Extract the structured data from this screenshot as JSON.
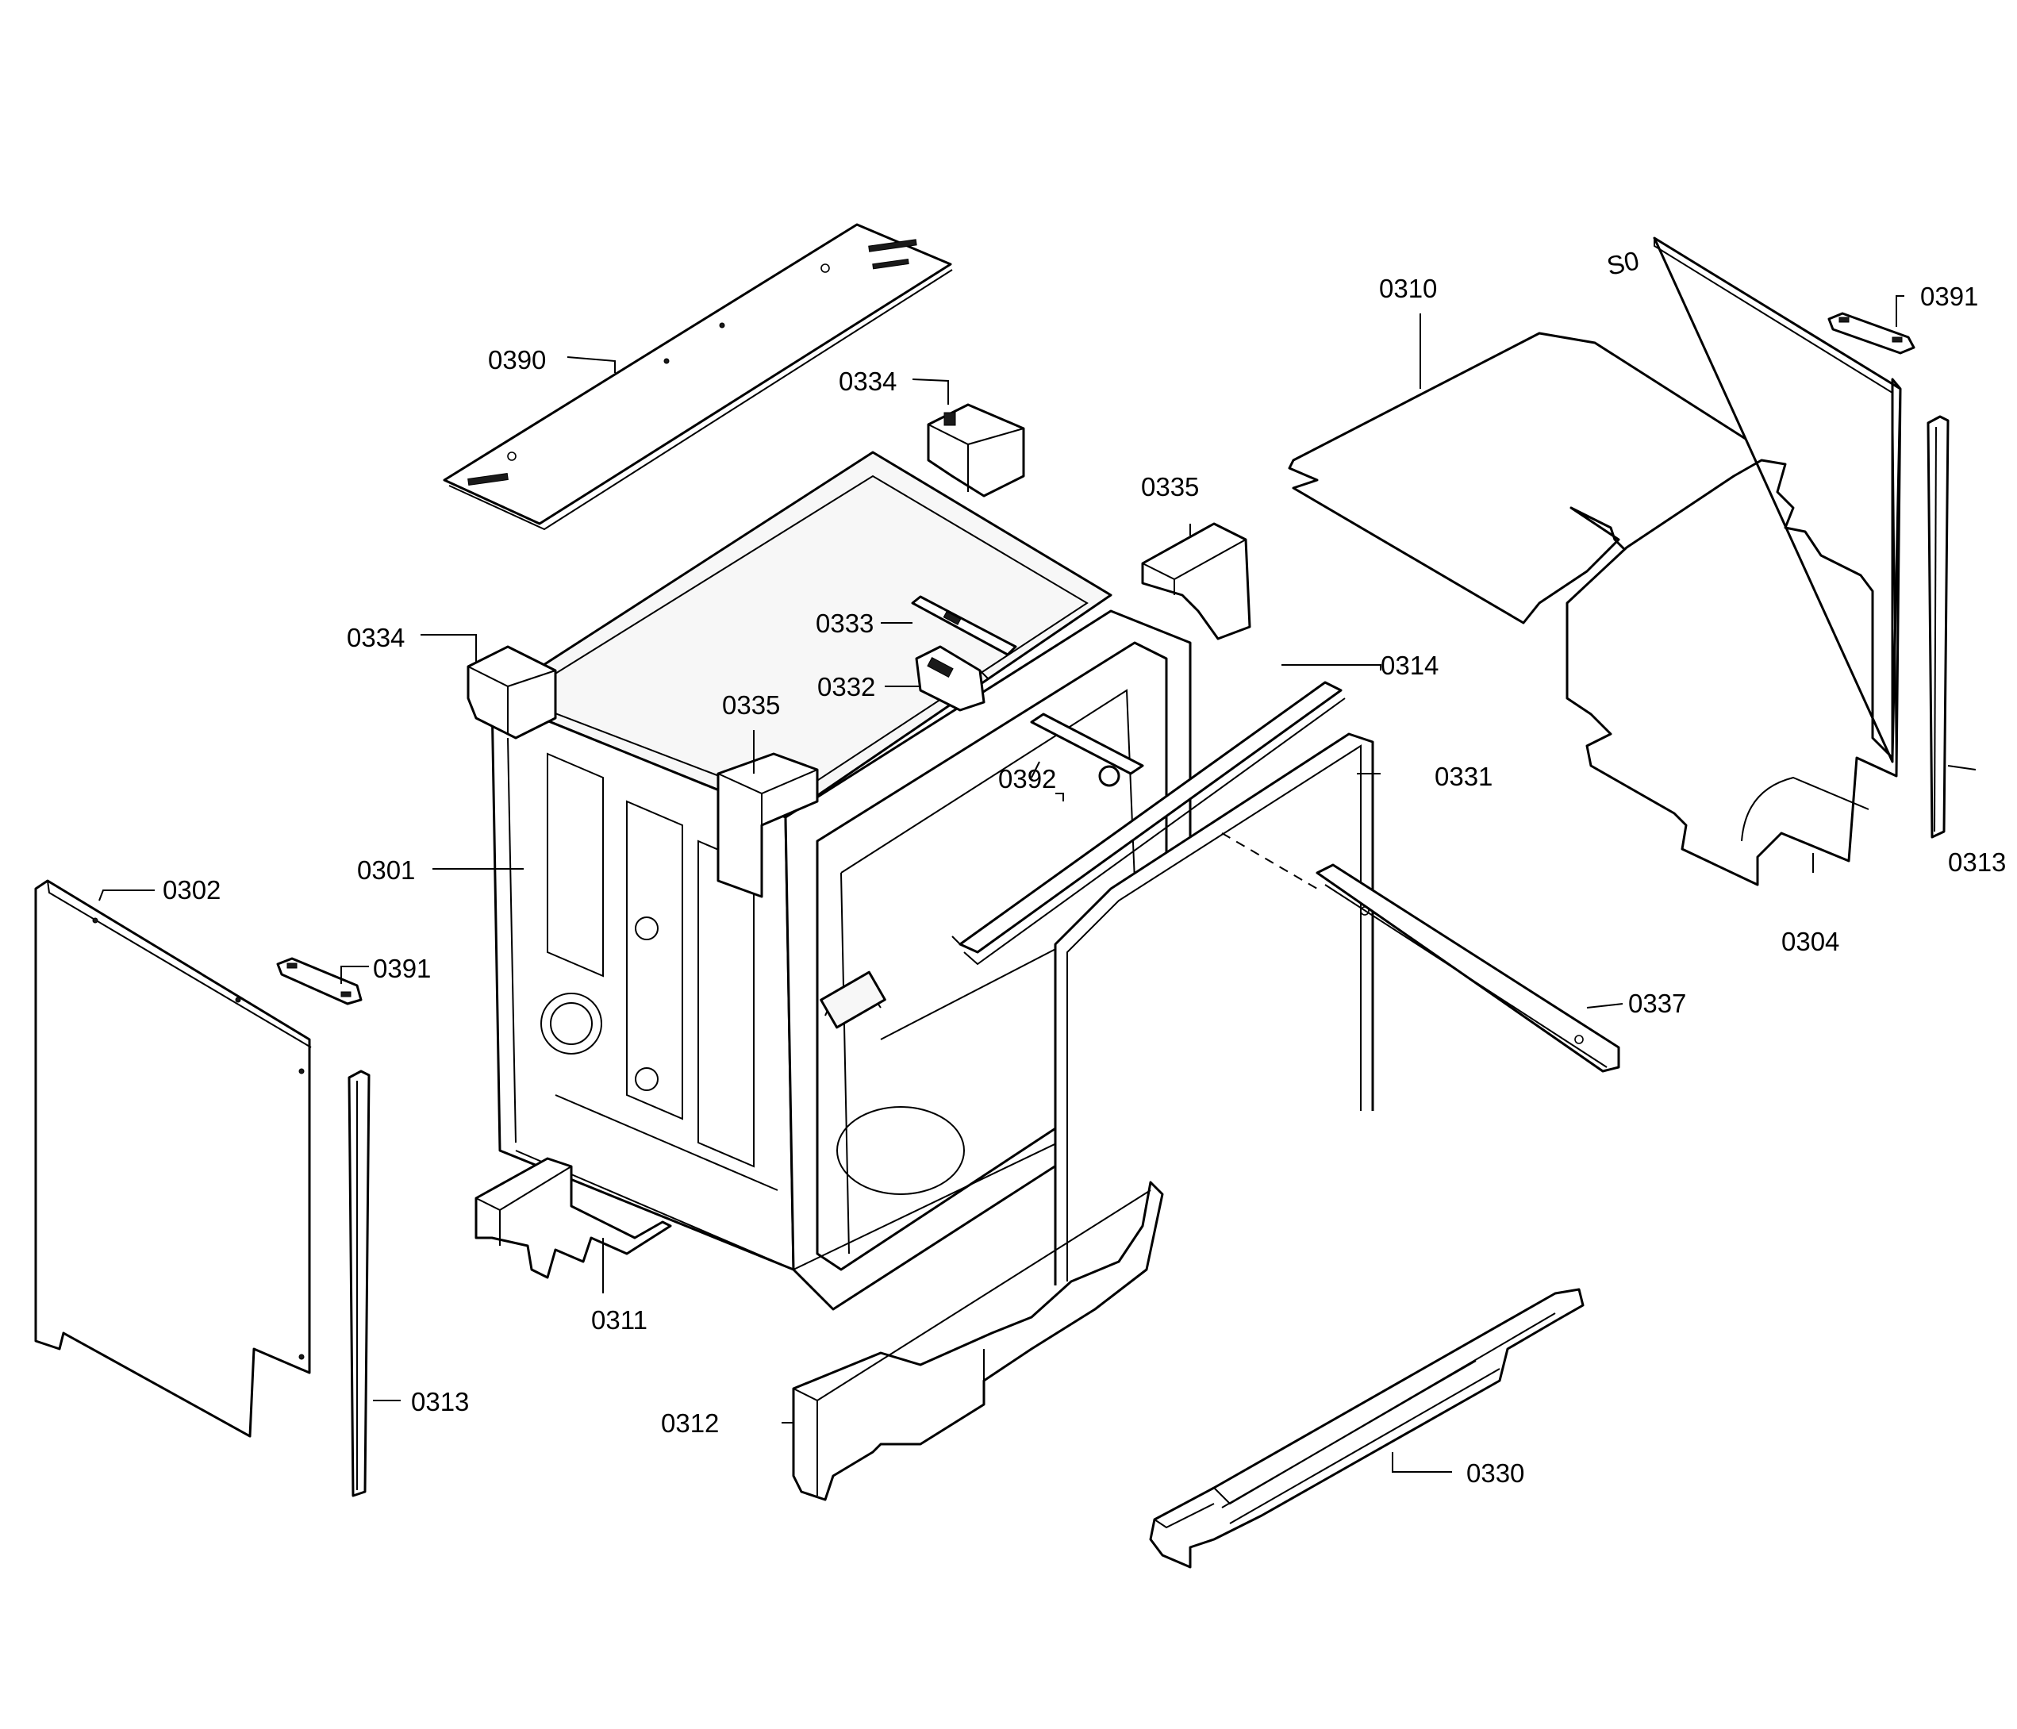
{
  "callouts": {
    "c0390": "0390",
    "c0334_top": "0334",
    "c0334_left": "0334",
    "c0335_right": "0335",
    "c0335_left": "0335",
    "c0333": "0333",
    "c0332": "0332",
    "c0392": "0392",
    "c0314": "0314",
    "c0331": "0331",
    "c0310": "0310",
    "c0391_right": "0391",
    "c0391_left": "0391",
    "c0313_right": "0313",
    "c0313_left": "0313",
    "c0304": "0304",
    "c0337": "0337",
    "c0301": "0301",
    "c0302": "0302",
    "c0311": "0311",
    "c0312": "0312",
    "c0330": "0330"
  }
}
